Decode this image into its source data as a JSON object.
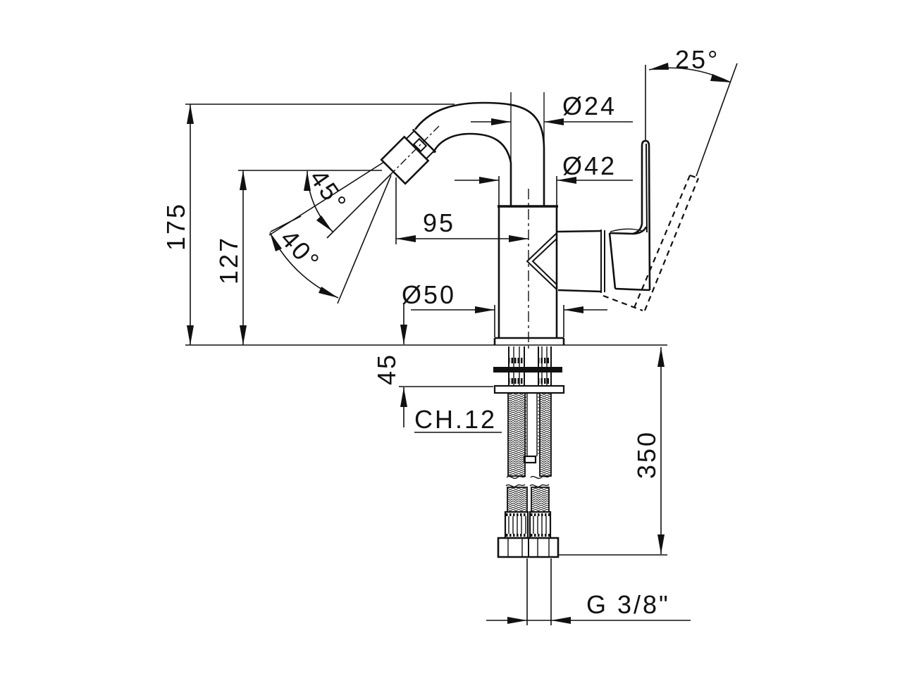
{
  "drawing": {
    "background": "#ffffff",
    "line_color": "#111111",
    "units": "mm",
    "labels": {
      "handle_angle": "25°",
      "spout_tube_diameter": "Ø24",
      "body_diameter": "Ø42",
      "spout_reach": "95",
      "spray_angle_inner": "45°",
      "spray_angle_outer": "40°",
      "spout_height": "175",
      "outlet_height": "127",
      "base_diameter": "Ø50",
      "deck_thickness": "45",
      "wrench_size": "CH.12",
      "hose_length": "350",
      "thread_size": "G 3/8\""
    }
  }
}
